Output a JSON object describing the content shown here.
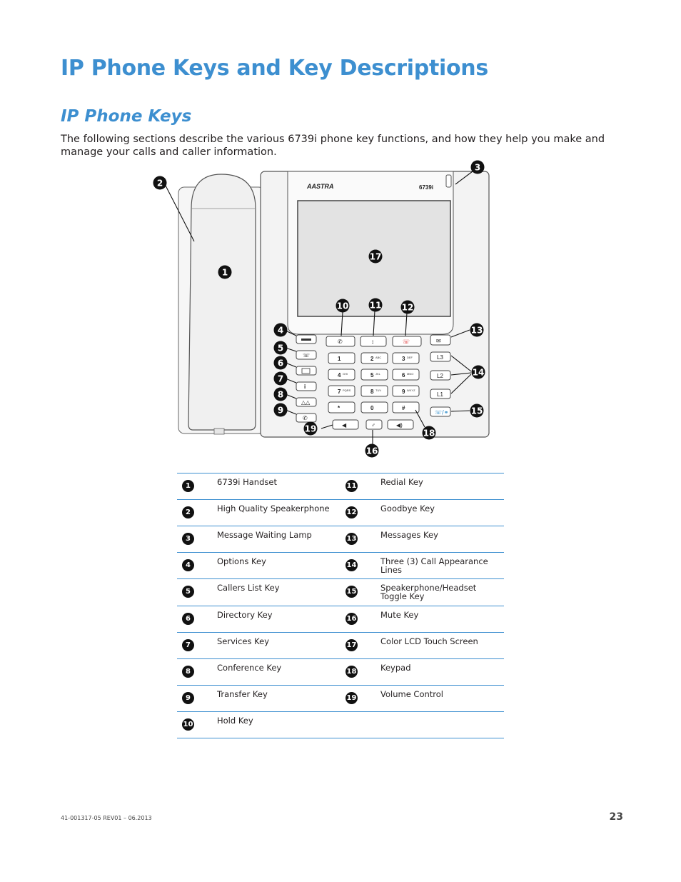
{
  "title": "IP Phone Keys and Key Descriptions",
  "subtitle": "IP Phone Keys",
  "intro": "The following sections describe the various 6739i phone key functions, and how they help you make and manage your calls and caller information.",
  "phone": {
    "brand": "AASTRA",
    "model": "6739i",
    "keypad": [
      {
        "digit": "1",
        "letters": ""
      },
      {
        "digit": "2",
        "letters": "ABC"
      },
      {
        "digit": "3",
        "letters": "DEF"
      },
      {
        "digit": "4",
        "letters": "GHI"
      },
      {
        "digit": "5",
        "letters": "JKL"
      },
      {
        "digit": "6",
        "letters": "MNO"
      },
      {
        "digit": "7",
        "letters": "PQRS"
      },
      {
        "digit": "8",
        "letters": "TUV"
      },
      {
        "digit": "9",
        "letters": "WXYZ"
      },
      {
        "digit": "*",
        "letters": ""
      },
      {
        "digit": "0",
        "letters": ""
      },
      {
        "digit": "#",
        "letters": ""
      }
    ],
    "lines": [
      "L3",
      "L2",
      "L1"
    ]
  },
  "keys": [
    {
      "num": "1",
      "label": "6739i Handset"
    },
    {
      "num": "2",
      "label": "High Quality Speakerphone"
    },
    {
      "num": "3",
      "label": "Message Waiting Lamp"
    },
    {
      "num": "4",
      "label": "Options Key"
    },
    {
      "num": "5",
      "label": "Callers List Key"
    },
    {
      "num": "6",
      "label": "Directory Key"
    },
    {
      "num": "7",
      "label": "Services Key"
    },
    {
      "num": "8",
      "label": "Conference Key"
    },
    {
      "num": "9",
      "label": "Transfer Key"
    },
    {
      "num": "10",
      "label": "Hold Key"
    },
    {
      "num": "11",
      "label": "Redial Key"
    },
    {
      "num": "12",
      "label": "Goodbye Key"
    },
    {
      "num": "13",
      "label": "Messages Key"
    },
    {
      "num": "14",
      "label": "Three (3) Call Appearance Lines"
    },
    {
      "num": "15",
      "label": "Speakerphone/Headset Toggle Key"
    },
    {
      "num": "16",
      "label": "Mute Key"
    },
    {
      "num": "17",
      "label": "Color LCD Touch Screen"
    },
    {
      "num": "18",
      "label": "Keypad"
    },
    {
      "num": "19",
      "label": "Volume Control"
    }
  ],
  "footer": {
    "doc_id": "41-001317-05 REV01 – 06.2013",
    "page": "23"
  }
}
